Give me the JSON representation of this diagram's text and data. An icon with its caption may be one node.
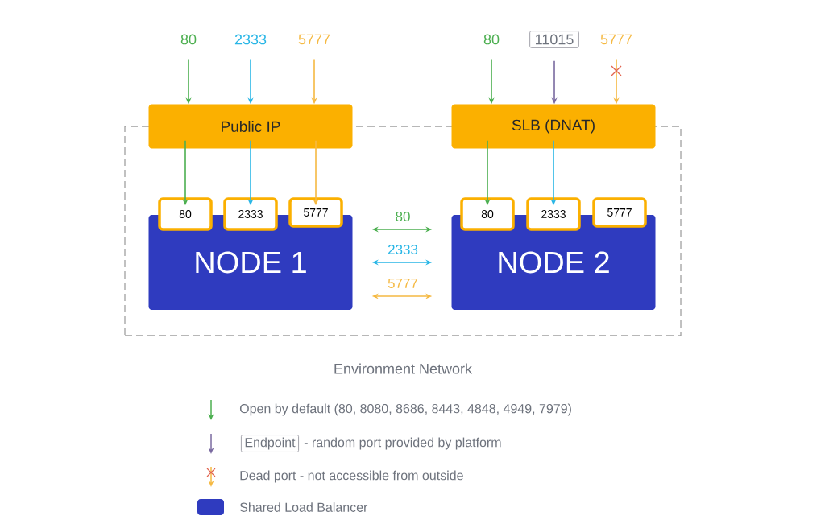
{
  "diagram": {
    "nodes": [
      {
        "text": [
          "Environment Network"
        ]
      },
      {
        "text": [
          "80"
        ]
      },
      {
        "text": [
          "2333"
        ]
      },
      {
        "text": [
          "5777"
        ]
      },
      {
        "text": [
          "80"
        ]
      },
      {
        "text": [
          "11015"
        ]
      },
      {
        "text": [
          "5777"
        ]
      },
      {
        "text": [
          "Public IP"
        ]
      },
      {
        "text": [
          "SLB (DNAT)"
        ]
      },
      {
        "text": [
          "NODE 1"
        ],
        "in": 0
      },
      {
        "text": [
          "80"
        ],
        "in": 0
      },
      {
        "text": [
          "2333"
        ],
        "in": 0
      },
      {
        "text": [
          "5777"
        ],
        "in": 0
      },
      {
        "text": [
          "NODE 2"
        ],
        "in": 0
      },
      {
        "text": [
          "80"
        ],
        "in": 0
      },
      {
        "text": [
          "2333"
        ],
        "in": 0
      },
      {
        "text": [
          "5777"
        ],
        "in": 0
      },
      {
        "text": [
          "Endpoint"
        ]
      }
    ],
    "edges": [
      {
        "from": 1,
        "to": 7,
        "arrow": "to",
        "color": "#4caf50"
      },
      {
        "from": 2,
        "to": 7,
        "arrow": "to",
        "color": "#29b6e6"
      },
      {
        "from": 3,
        "to": 7,
        "arrow": "to",
        "color": "#f5b942"
      },
      {
        "from": 7,
        "to": 10,
        "arrow": "to",
        "color": "#4caf50"
      },
      {
        "from": 7,
        "to": 11,
        "arrow": "to",
        "color": "#29b6e6"
      },
      {
        "from": 7,
        "to": 12,
        "arrow": "to",
        "color": "#f5b942"
      },
      {
        "from": 4,
        "to": 8,
        "arrow": "to",
        "color": "#4caf50"
      },
      {
        "from": 5,
        "to": 8,
        "arrow": "to",
        "color": "#7a6aa0"
      },
      {
        "from": 6,
        "to": 8,
        "arrow": "to",
        "color": "#f5b942"
      },
      {
        "from": 8,
        "to": 14,
        "arrow": "to",
        "color": "#4caf50"
      },
      {
        "from": 8,
        "to": 15,
        "arrow": "to",
        "color": "#29b6e6"
      },
      {
        "from": 9,
        "to": 13,
        "arrow": "both",
        "label": "80",
        "color": "#4caf50"
      },
      {
        "from": 9,
        "to": 13,
        "arrow": "both",
        "label": "2333",
        "color": "#29b6e6"
      },
      {
        "from": 9,
        "to": 13,
        "arrow": "both",
        "label": "5777",
        "color": "#f5b942"
      }
    ],
    "legend": [
      {
        "text": "Open by default (80, 8080, 8686, 8443, 4848, 4949, 7979)"
      },
      {
        "text": "- random port provided by platform"
      },
      {
        "text": "Dead port - not accessible from outside"
      },
      {
        "text": "Shared Load Balancer",
        "color": "#2f3bbf"
      }
    ]
  }
}
